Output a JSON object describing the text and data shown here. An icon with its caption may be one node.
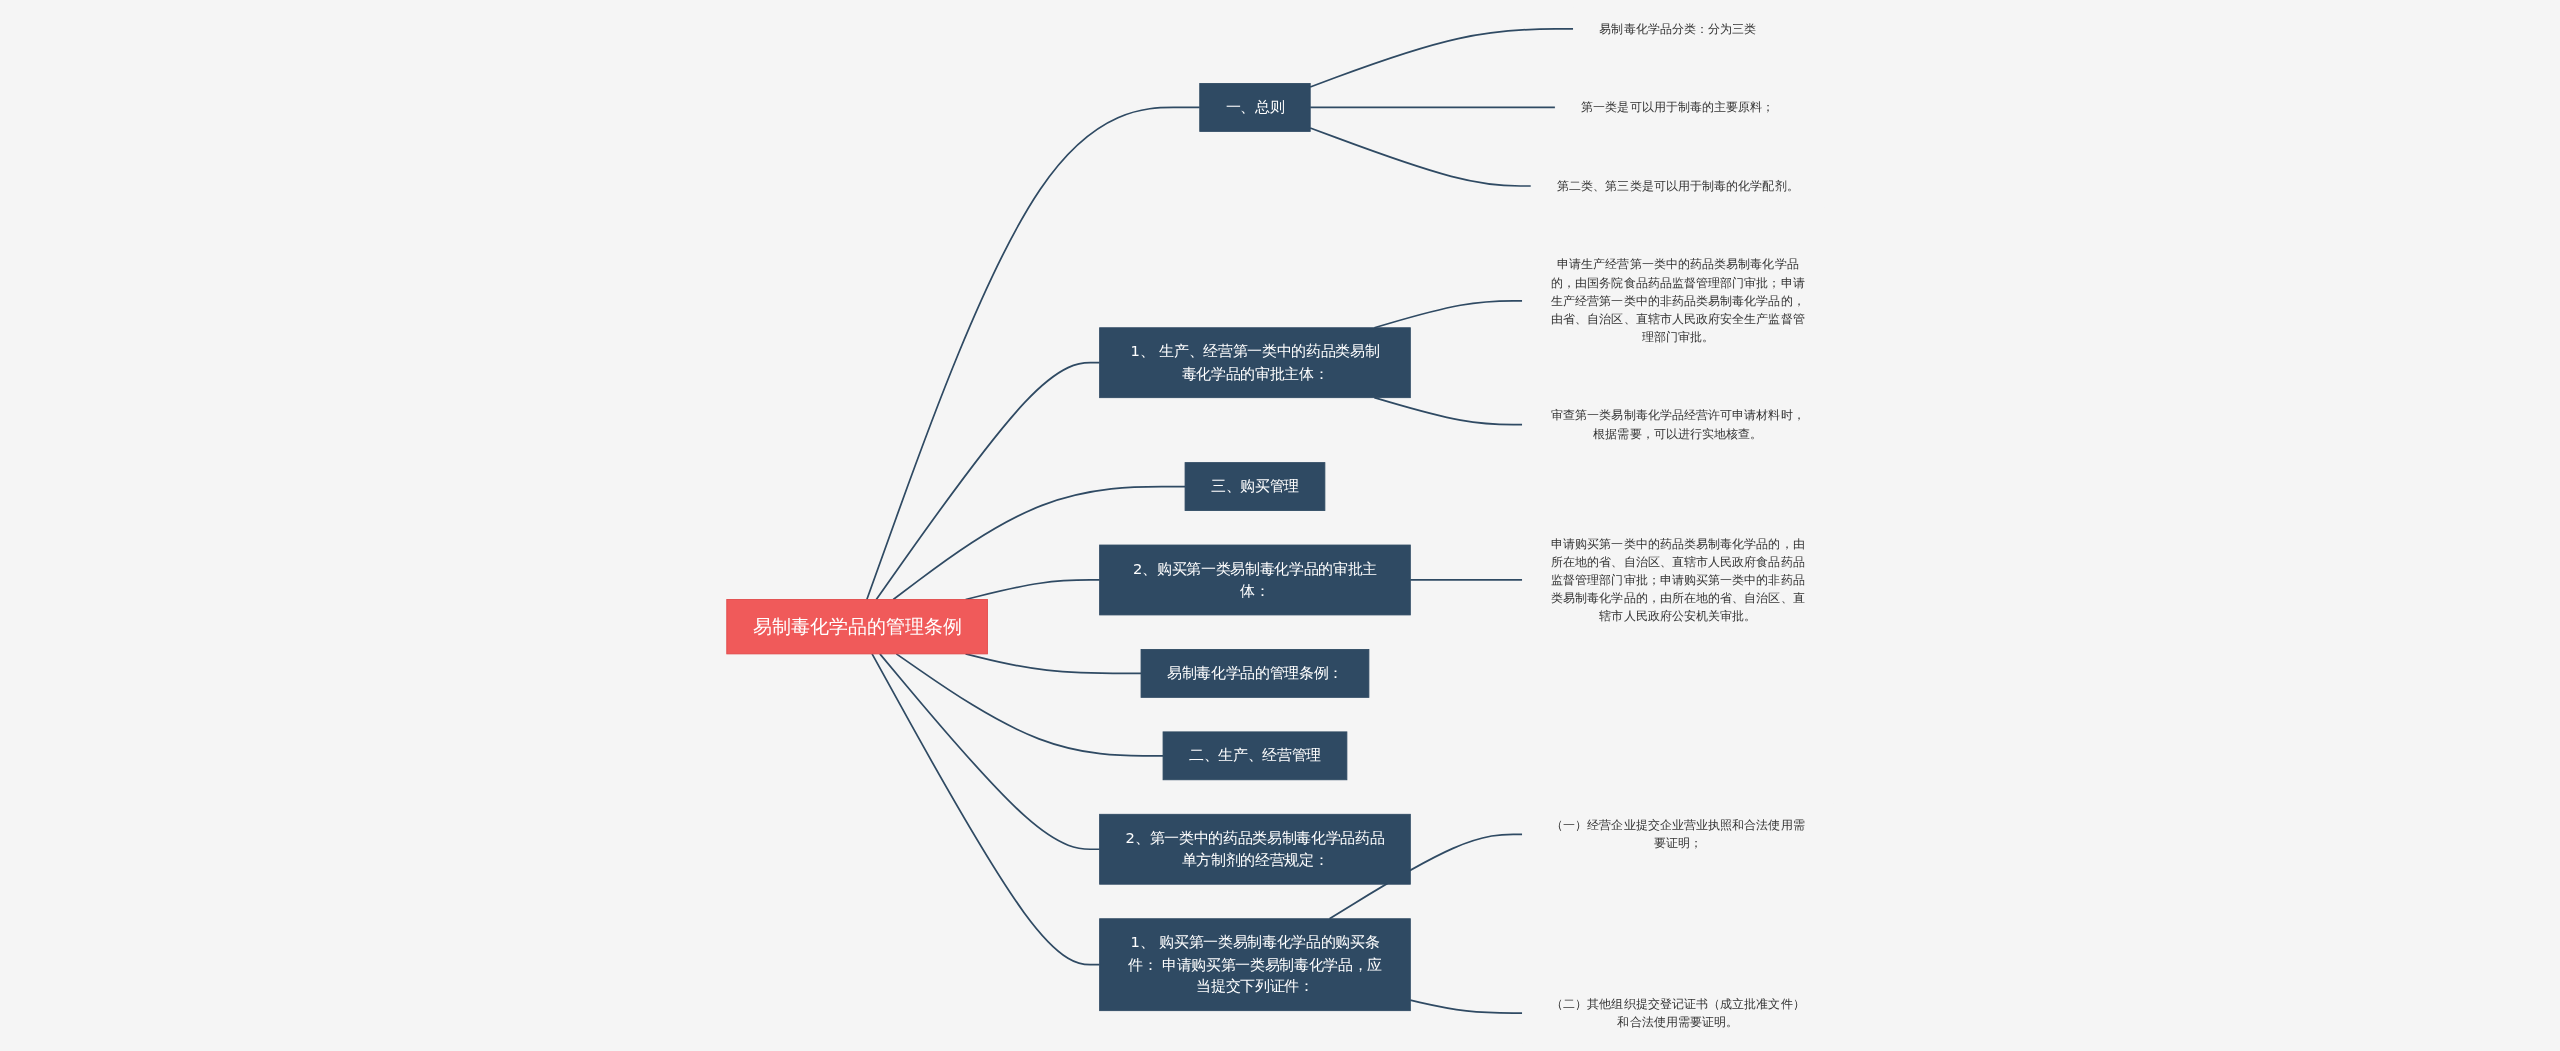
{
  "diagram": {
    "nodes": [
      {
        "text": [
          "易制毒化学品的管理条例"
        ]
      },
      {
        "text": [
          "一、总则"
        ]
      },
      {
        "text": [
          "易制毒化学品分类：分为三类"
        ]
      },
      {
        "text": [
          "第一类是可以用于制毒的主要原料；"
        ]
      },
      {
        "text": [
          "第二类、第三类是可以用于制毒的化学配剂。"
        ]
      },
      {
        "text": [
          "1、 生产、经营第一类中的药品类易制毒化学品的审批主体："
        ]
      },
      {
        "text": [
          "申请生产经营第一类中的药品类易制毒化学品的，由国务院食品药品监督管理部门审批；申请生产经营第一类中的非药品类易制毒化学品的，由省、自治区、直辖市人民政府安全生产监督管理部门审批。"
        ]
      },
      {
        "text": [
          "审查第一类易制毒化学品经营许可申请材料时，根据需要，可以进行实地核查。"
        ]
      },
      {
        "text": [
          "三、购买管理"
        ]
      },
      {
        "text": [
          "2、购买第一类易制毒化学品的审批主体："
        ]
      },
      {
        "text": [
          "申请购买第一类中的药品类易制毒化学品的，由所在地的省、自治区、直辖市人民政府食品药品监督管理部门审批；申请购买第一类中的非药品类易制毒化学品的，由所在地的省、自治区、直辖市人民政府公安机关审批。"
        ]
      },
      {
        "text": [
          "易制毒化学品的管理条例："
        ]
      },
      {
        "text": [
          "二、生产、经营管理"
        ]
      },
      {
        "text": [
          "2、第一类中的药品类易制毒化学品药品单方制剂的经营规定："
        ]
      },
      {
        "text": [
          "1、 购买第一类易制毒化学品的购买条件： 申请购买第一类易制毒化学品，应当提交下列证件："
        ]
      },
      {
        "text": [
          "（一）经营企业提交企业营业执照和合法使用需要证明；"
        ]
      },
      {
        "text": [
          "（二）其他组织提交登记证书（成立批准文件）和合法使用需要证明。"
        ]
      }
    ],
    "edges": [
      {
        "from": 0,
        "to": 1,
        "arrow": "none"
      },
      {
        "from": 1,
        "to": 2,
        "arrow": "none"
      },
      {
        "from": 1,
        "to": 3,
        "arrow": "none"
      },
      {
        "from": 1,
        "to": 4,
        "arrow": "none"
      },
      {
        "from": 0,
        "to": 5,
        "arrow": "none"
      },
      {
        "from": 5,
        "to": 6,
        "arrow": "none"
      },
      {
        "from": 5,
        "to": 7,
        "arrow": "none"
      },
      {
        "from": 0,
        "to": 8,
        "arrow": "none"
      },
      {
        "from": 0,
        "to": 9,
        "arrow": "none"
      },
      {
        "from": 9,
        "to": 10,
        "arrow": "none"
      },
      {
        "from": 0,
        "to": 11,
        "arrow": "none"
      },
      {
        "from": 0,
        "to": 12,
        "arrow": "none"
      },
      {
        "from": 0,
        "to": 13,
        "arrow": "none"
      },
      {
        "from": 0,
        "to": 14,
        "arrow": "none"
      },
      {
        "from": 14,
        "to": 15,
        "arrow": "none"
      },
      {
        "from": 14,
        "to": 16,
        "arrow": "none"
      }
    ]
  }
}
